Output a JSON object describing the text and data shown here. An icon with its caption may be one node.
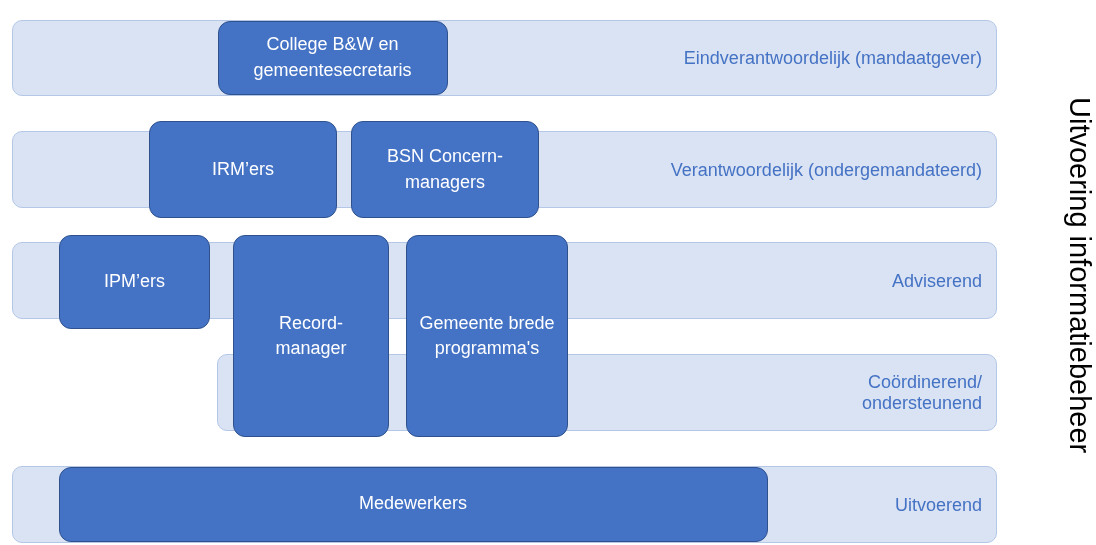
{
  "diagram": {
    "nodes": [
      {
        "text": [
          "Eindverantwoordelijk (mandaatgever)"
        ]
      },
      {
        "text": [
          "College B&W en gemeentesecretaris"
        ],
        "in": 0
      },
      {
        "text": [
          "Verantwoordelijk (ondergemandateerd)"
        ]
      },
      {
        "text": [
          "IRM’ers"
        ]
      },
      {
        "text": [
          "BSN Concern-managers"
        ]
      },
      {
        "text": [
          "Adviserend"
        ]
      },
      {
        "text": [
          "IPM’ers"
        ]
      },
      {
        "text": [
          "Record-manager"
        ]
      },
      {
        "text": [
          "Gemeente brede programma's"
        ]
      },
      {
        "text": [
          "Coördinerend/ ondersteunend"
        ]
      },
      {
        "text": [
          "Uitvoerend"
        ]
      },
      {
        "text": [
          "Medewerkers"
        ],
        "in": 10
      }
    ],
    "edges": [],
    "labels": [
      "Uitvoering informatiebeheer"
    ]
  }
}
